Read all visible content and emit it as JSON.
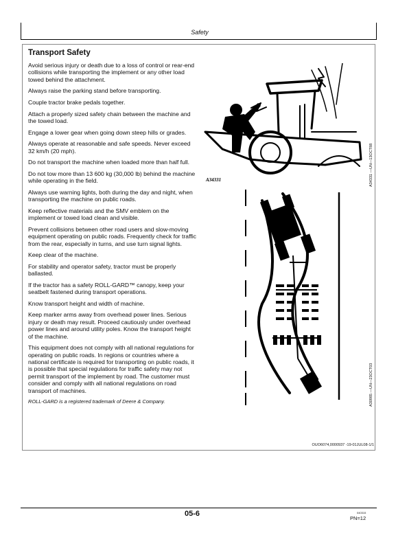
{
  "header": {
    "title": "Safety"
  },
  "section": {
    "title": "Transport Safety",
    "paragraphs": [
      "Avoid serious injury or death due to a loss of control or rear-end collisions while transporting the implement or any other load towed behind the attachment.",
      "Always raise the parking stand before transporting.",
      "Couple tractor brake pedals together.",
      "Attach a properly sized safety chain between the machine and the towed load.",
      "Engage a lower gear when going down steep hills or grades.",
      "Always operate at reasonable and safe speeds.  Never exceed 32 km/h (20 mph).",
      "Do not transport the machine when loaded more than half full.",
      "Do not tow more than 13 600 kg (30,000 lb) behind the machine while operating in the field.",
      "Always use warning lights, both during the day and night, when transporting the machine on public roads.",
      "Keep reflective materials and the SMV emblem on the implement or towed load clean and visible.",
      "Prevent collisions between other road users and slow-moving equipment operating on public roads. Frequently check for traffic from the rear, especially in turns, and use turn signal lights.",
      "Keep clear of the machine.",
      "For stability and operator safety, tractor must be properly ballasted.",
      "If the tractor has a safety ROLL-GARD™ canopy, keep your seatbelt fastened during transport operations.",
      "Know transport height and width of machine.",
      "Keep marker arms away from overhead power lines. Serious injury or death may result.  Proceed cautiously under overhead power lines and around utility poles. Know the transport height of the machine.",
      "This equipment does not comply with all national regulations for operating on public roads.  In regions or countries where a national certificate is required for transporting on public roads, it is possible that special regulations for traffic safety may not permit transport of the implement by road.  The customer must consider and comply with all national regulations on road transport of machines."
    ],
    "trademark_note": "ROLL-GARD is a registered trademark of Deere & Company."
  },
  "figures": {
    "fig1_label": "A34331",
    "fig1_side_label": "A34331 —UN—13OCT88",
    "fig2_side_label": "A30985 —UN—23OCT03"
  },
  "doc_id": "OUO6074,0000937  -19-01JUL08-1/1",
  "footer": {
    "page_number": "05-6",
    "small_code": "040315",
    "pn": "PN=12"
  }
}
